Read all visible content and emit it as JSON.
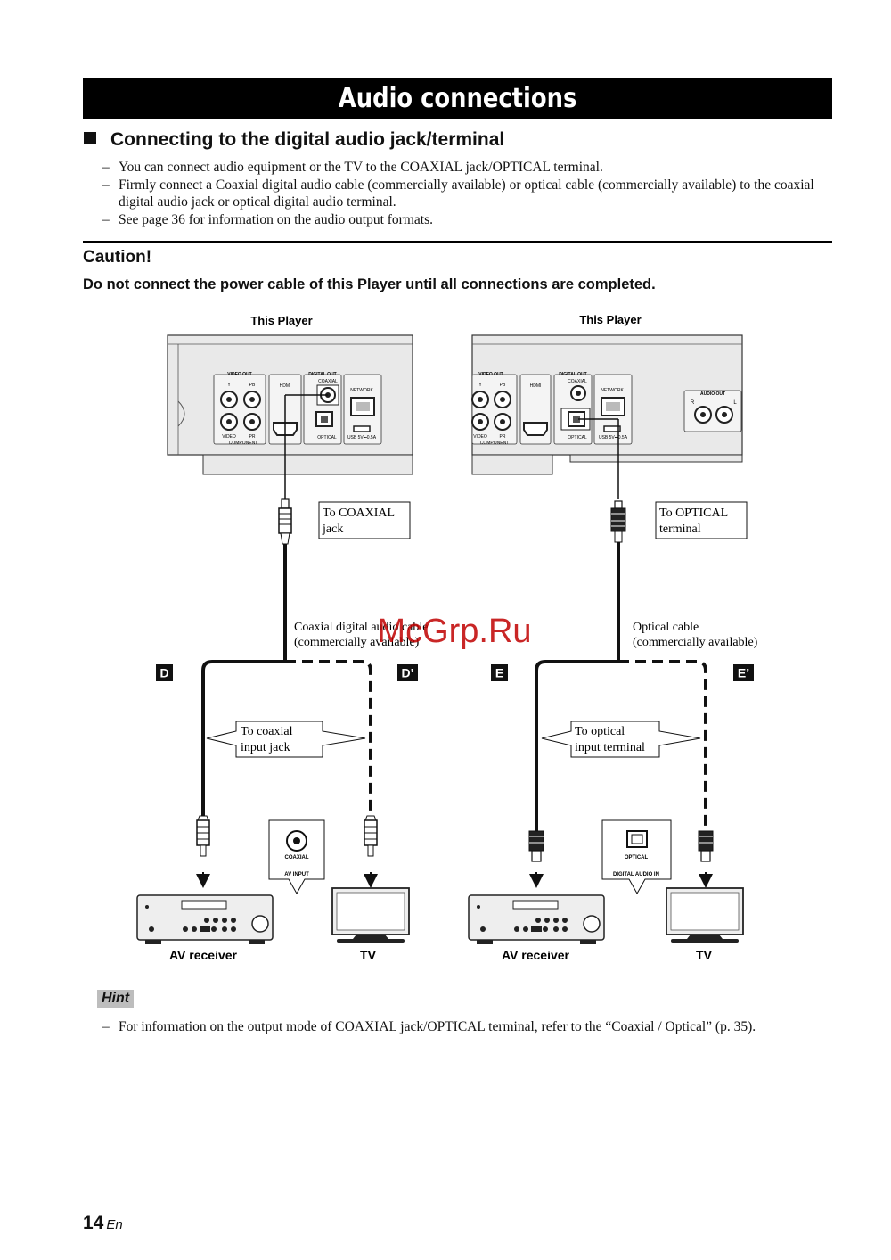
{
  "title": "Audio connections",
  "section_heading": "Connecting to the digital audio jack/terminal",
  "notes": [
    "You can connect audio equipment or the TV to the COAXIAL jack/OPTICAL terminal.",
    "Firmly connect a Coaxial digital audio cable (commercially available) or optical cable (commercially available) to the coaxial digital audio jack or optical digital audio terminal.",
    "See page 36 for information on the audio output formats."
  ],
  "caution_title": "Caution!",
  "caution_text": "Do not connect the power cable of this Player until all connections are completed.",
  "diagram": {
    "left": {
      "player_label": "This Player",
      "panel": {
        "video_out": "VIDEO OUT",
        "y": "Y",
        "pb": "PB",
        "pr": "PR",
        "video": "VIDEO",
        "component": "COMPONENT",
        "hdmi": "HDMI",
        "digital_out": "DIGITAL OUT",
        "coaxial": "COAXIAL",
        "optical": "OPTICAL",
        "network": "NETWORK",
        "usb": "USB  5V⎓0.5A"
      },
      "callout_top": [
        "To COAXIAL",
        "jack"
      ],
      "cable_label": [
        "Coaxial digital audio cable",
        "(commercially available)"
      ],
      "marker_a": "D",
      "marker_b": "D’",
      "callout_input": [
        "To coaxial",
        "input jack"
      ],
      "jack_label": "COAXIAL",
      "input_label": "AV INPUT",
      "device_a": "AV receiver",
      "device_b": "TV"
    },
    "right": {
      "player_label": "This Player",
      "audio_out": "AUDIO OUT",
      "r": "R",
      "l": "L",
      "callout_top": [
        "To OPTICAL",
        "terminal"
      ],
      "cable_label": [
        "Optical cable",
        "(commercially available)"
      ],
      "marker_a": "E",
      "marker_b": "E’",
      "callout_input": [
        "To optical",
        "input terminal"
      ],
      "jack_label": "OPTICAL",
      "input_label": "DIGITAL AUDIO IN",
      "device_a": "AV receiver",
      "device_b": "TV"
    }
  },
  "watermark": "McGrp.Ru",
  "hint_label": "Hint",
  "hint_text": "For information on the output mode of COAXIAL jack/OPTICAL terminal, refer to the “Coaxial / Optical” (p. 35).",
  "page_number": "14",
  "page_lang": "En"
}
